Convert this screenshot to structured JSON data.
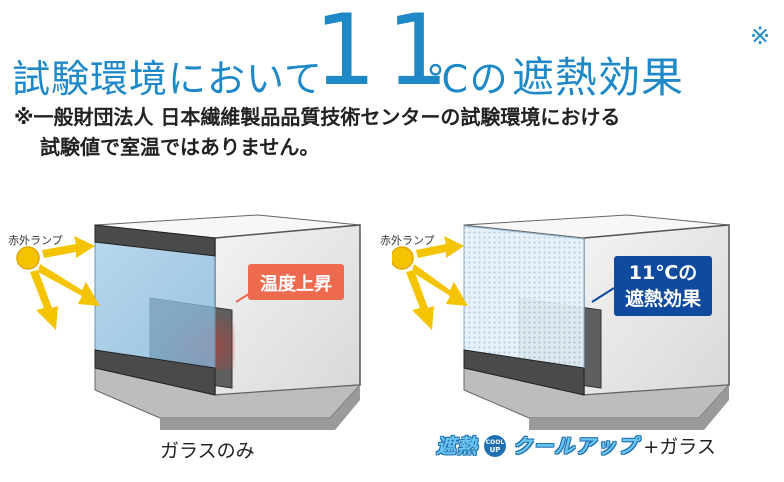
{
  "headline": {
    "prefix": "試験環境において",
    "number": "11",
    "unit": "℃の",
    "suffix": "遮熱効果",
    "mark": "※"
  },
  "note": {
    "line1": "※一般財団法人 日本繊維製品品質技術センターの試験環境における",
    "line2": "試験値で室温ではありません。"
  },
  "left_panel": {
    "lamp_label": "赤外ランプ",
    "callout": "温度上昇",
    "caption": "ガラスのみ"
  },
  "right_panel": {
    "lamp_label": "赤外ランプ",
    "callout_line1": "11℃の",
    "callout_line2": "遮熱効果",
    "product_part1": "遮熱",
    "badge_top": "COOL",
    "badge_bottom": "UP",
    "product_part2": "クールアップ",
    "caption_suffix": "+ガラス"
  },
  "colors": {
    "accent_blue": "#1f89c8",
    "warm_callout": "#ee6a4f",
    "cool_callout": "#0f4a9e",
    "lamp_yellow": "#f5c400"
  }
}
